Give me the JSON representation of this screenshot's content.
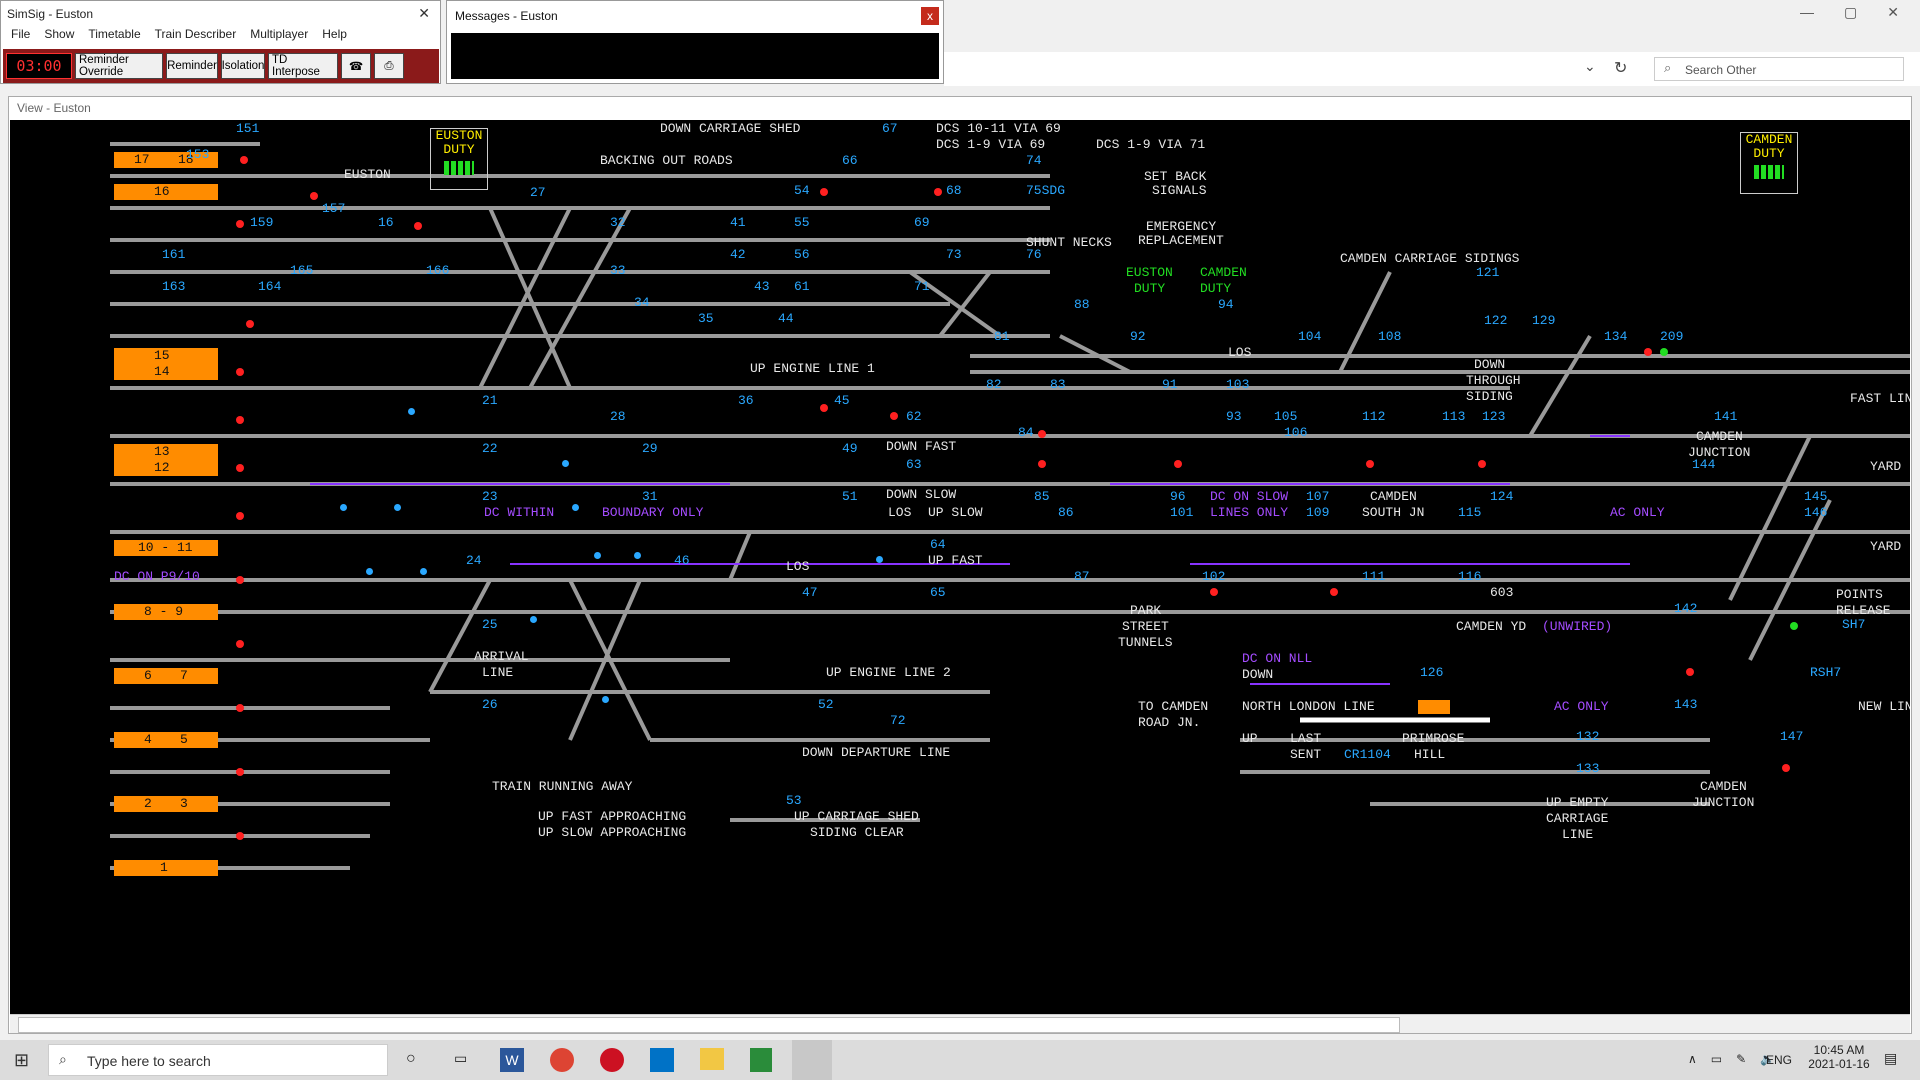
{
  "app": {
    "title": "SimSig - Euston",
    "menu": [
      "File",
      "Show",
      "Timetable",
      "Train Describer",
      "Multiplayer",
      "Help"
    ],
    "clock": "03:00",
    "buttons": [
      "Reminder Override",
      "Reminder",
      "Isolation",
      "TD Interpose"
    ]
  },
  "messages": {
    "title": "Messages - Euston",
    "close": "x"
  },
  "browser": {
    "search_placeholder": "Search Other"
  },
  "view": {
    "title": "View - Euston"
  },
  "panel": {
    "euston_duty": [
      "EUSTON",
      "DUTY"
    ],
    "camden_duty": [
      "CAMDEN",
      "DUTY"
    ],
    "header_labels": {
      "down_carriage_shed": "DOWN CARRIAGE SHED",
      "backing_out": "BACKING OUT ROADS",
      "euston": "EUSTON",
      "dcs1": "DCS 10-11 VIA 69",
      "dcs2": "DCS 1-9 VIA 69",
      "dcs3": "DCS 1-9 VIA 71",
      "set_back": [
        "SET BACK",
        "SIGNALS"
      ],
      "emergency": [
        "EMERGENCY",
        "REPLACEMENT"
      ],
      "shunt_necks": "SHUNT NECKS",
      "camden_carriage": "CAMDEN CARRIAGE SIDINGS",
      "up_engine_1": "UP ENGINE LINE 1",
      "down_fast": "DOWN FAST",
      "down_slow": "DOWN SLOW",
      "up_slow": "UP SLOW",
      "up_fast": "UP FAST",
      "dc_within": "DC WITHIN",
      "boundary_only": "BOUNDARY ONLY",
      "dc_on_p9": "DC ON P9/10",
      "arrival": [
        "ARRIVAL",
        "LINE"
      ],
      "up_engine_2": "UP ENGINE LINE 2",
      "down_departure": "DOWN DEPARTURE LINE",
      "train_running_away": "TRAIN RUNNING AWAY",
      "up_fast_app": "UP FAST APPROACHING",
      "up_slow_app": "UP SLOW APPROACHING",
      "up_carriage_shed": "UP CARRIAGE SHED",
      "siding_clear": "SIDING CLEAR",
      "park_street": [
        "PARK",
        "STREET",
        "TUNNELS"
      ],
      "camden_yd": "CAMDEN YD",
      "unwired": "(UNWIRED)",
      "dc_on_nll": "DC ON NLL",
      "to_camden": [
        "TO CAMDEN",
        "ROAD JN."
      ],
      "north_london": "NORTH LONDON LINE",
      "down": "DOWN",
      "up": "UP",
      "last_sent": [
        "LAST",
        "SENT"
      ],
      "cr1104": "CR1104",
      "primrose": [
        "PRIMROSE",
        "HILL"
      ],
      "camden_junction": [
        "CAMDEN",
        "JUNCTION"
      ],
      "camden_south": [
        "CAMDEN",
        "SOUTH JN"
      ],
      "dc_on_slow": [
        "DC ON SLOW",
        "LINES ONLY"
      ],
      "ac_only": "AC ONLY",
      "down_through": [
        "DOWN",
        "THROUGH",
        "SIDING"
      ],
      "up_empty": [
        "UP EMPTY",
        "CARRIAGE",
        "LINE"
      ],
      "fast_lin": "FAST LIN",
      "points_release": [
        "POINTS",
        "RELEASE"
      ],
      "new_lin": "NEW LIN",
      "yard": "YARD",
      "los": "LOS",
      "euston_duty2": [
        "EUSTON",
        "DUTY"
      ],
      "camden_duty2": [
        "CAMDEN",
        "DUTY"
      ]
    },
    "platforms": [
      {
        "a": "17",
        "b": "18"
      },
      {
        "a": "16",
        "b": ""
      },
      {
        "a": "15",
        "b": "14"
      },
      {
        "a": "13",
        "b": "12"
      },
      {
        "a": "10 - 11",
        "b": ""
      },
      {
        "a": "8 - 9",
        "b": ""
      },
      {
        "a": "6",
        "b": "7"
      },
      {
        "a": "4",
        "b": "5"
      },
      {
        "a": "2",
        "b": "3"
      },
      {
        "a": "1",
        "b": ""
      }
    ],
    "signals": [
      "151",
      "153",
      "157",
      "159",
      "161",
      "163",
      "164",
      "165",
      "166",
      "16",
      "27",
      "32",
      "41",
      "55",
      "54",
      "66",
      "67",
      "68",
      "74",
      "75SDG",
      "69",
      "73",
      "76",
      "71",
      "33",
      "42",
      "43",
      "44",
      "56",
      "61",
      "34",
      "35",
      "81",
      "88",
      "92",
      "94",
      "104",
      "108",
      "121",
      "122",
      "129",
      "134",
      "209",
      "21",
      "36",
      "45",
      "28",
      "22",
      "29",
      "23",
      "31",
      "49",
      "51",
      "24",
      "47",
      "46",
      "25",
      "26",
      "52",
      "53",
      "72",
      "82",
      "83",
      "91",
      "103",
      "93",
      "105",
      "106",
      "112",
      "113",
      "123",
      "84",
      "63",
      "62",
      "64",
      "65",
      "85",
      "86",
      "87",
      "96",
      "101",
      "102",
      "107",
      "109",
      "111",
      "115",
      "116",
      "124",
      "126",
      "132",
      "133",
      "141",
      "142",
      "143",
      "144",
      "145",
      "146",
      "147",
      "603",
      "SH7",
      "RSH7"
    ]
  },
  "taskbar": {
    "search": "Type here to search",
    "time": "10:45 AM",
    "date": "2021-01-16",
    "lang": "ENG"
  }
}
